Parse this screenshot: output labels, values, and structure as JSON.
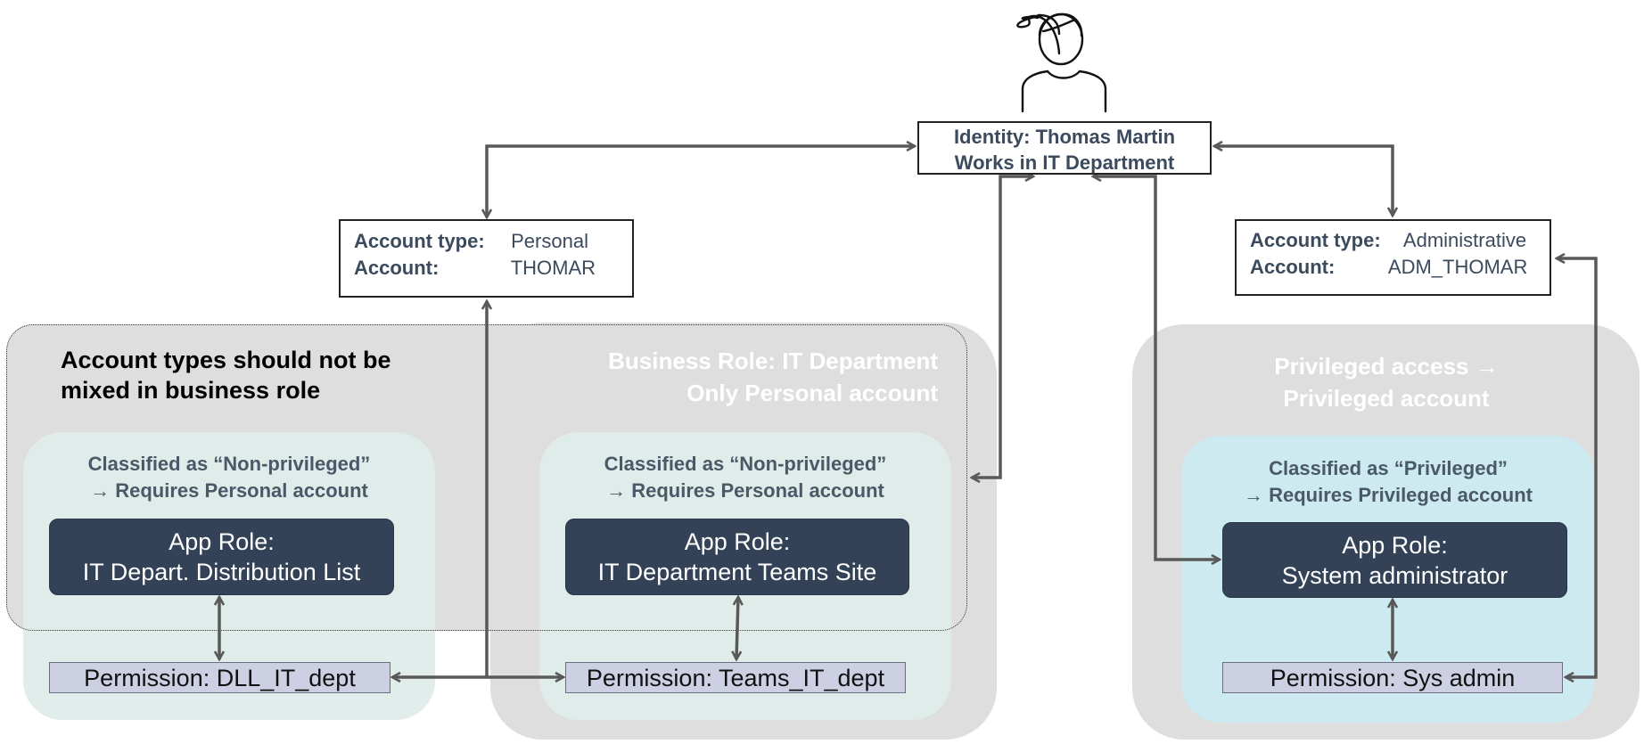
{
  "identity": {
    "line1": "Identity: Thomas Martin",
    "line2": "Works in IT Department"
  },
  "personal_account": {
    "type_label": "Account type:",
    "type_value": "Personal",
    "account_label": "Account:",
    "account_value": "THOMAR"
  },
  "admin_account": {
    "type_label": "Account type:",
    "type_value": "Administrative",
    "account_label": "Account:",
    "account_value": "ADM_THOMAR"
  },
  "note": {
    "line1": "Account types should not be",
    "line2": "mixed in business role"
  },
  "business_role": {
    "line1": "Business Role: IT Department",
    "line2": "Only Personal account"
  },
  "privileged_role": {
    "line1": "Privileged access →",
    "line2": "Privileged account"
  },
  "apps": [
    {
      "class_line1": "Classified as “Non-privileged”",
      "class_line2": "→ Requires Personal account",
      "role_line1": "App Role:",
      "role_line2": "IT Depart. Distribution List",
      "permission": "Permission: DLL_IT_dept"
    },
    {
      "class_line1": "Classified as “Non-privileged”",
      "class_line2": "→ Requires Personal account",
      "role_line1": "App Role:",
      "role_line2": "IT Department Teams Site",
      "permission": "Permission: Teams_IT_dept"
    },
    {
      "class_line1": "Classified as “Privileged”",
      "class_line2": "→ Requires Privileged account",
      "role_line1": "App Role:",
      "role_line2": "System administrator",
      "permission": "Permission: Sys admin"
    }
  ],
  "colors": {
    "role_gray": "#dedede",
    "non_privileged_panel": "#e0ece9",
    "privileged_panel": "#cdeaf1",
    "app_role_fill": "#334257",
    "permission_fill": "#cdd0e3",
    "arrow": "#595959"
  },
  "icons": {
    "person": "person-icon"
  }
}
